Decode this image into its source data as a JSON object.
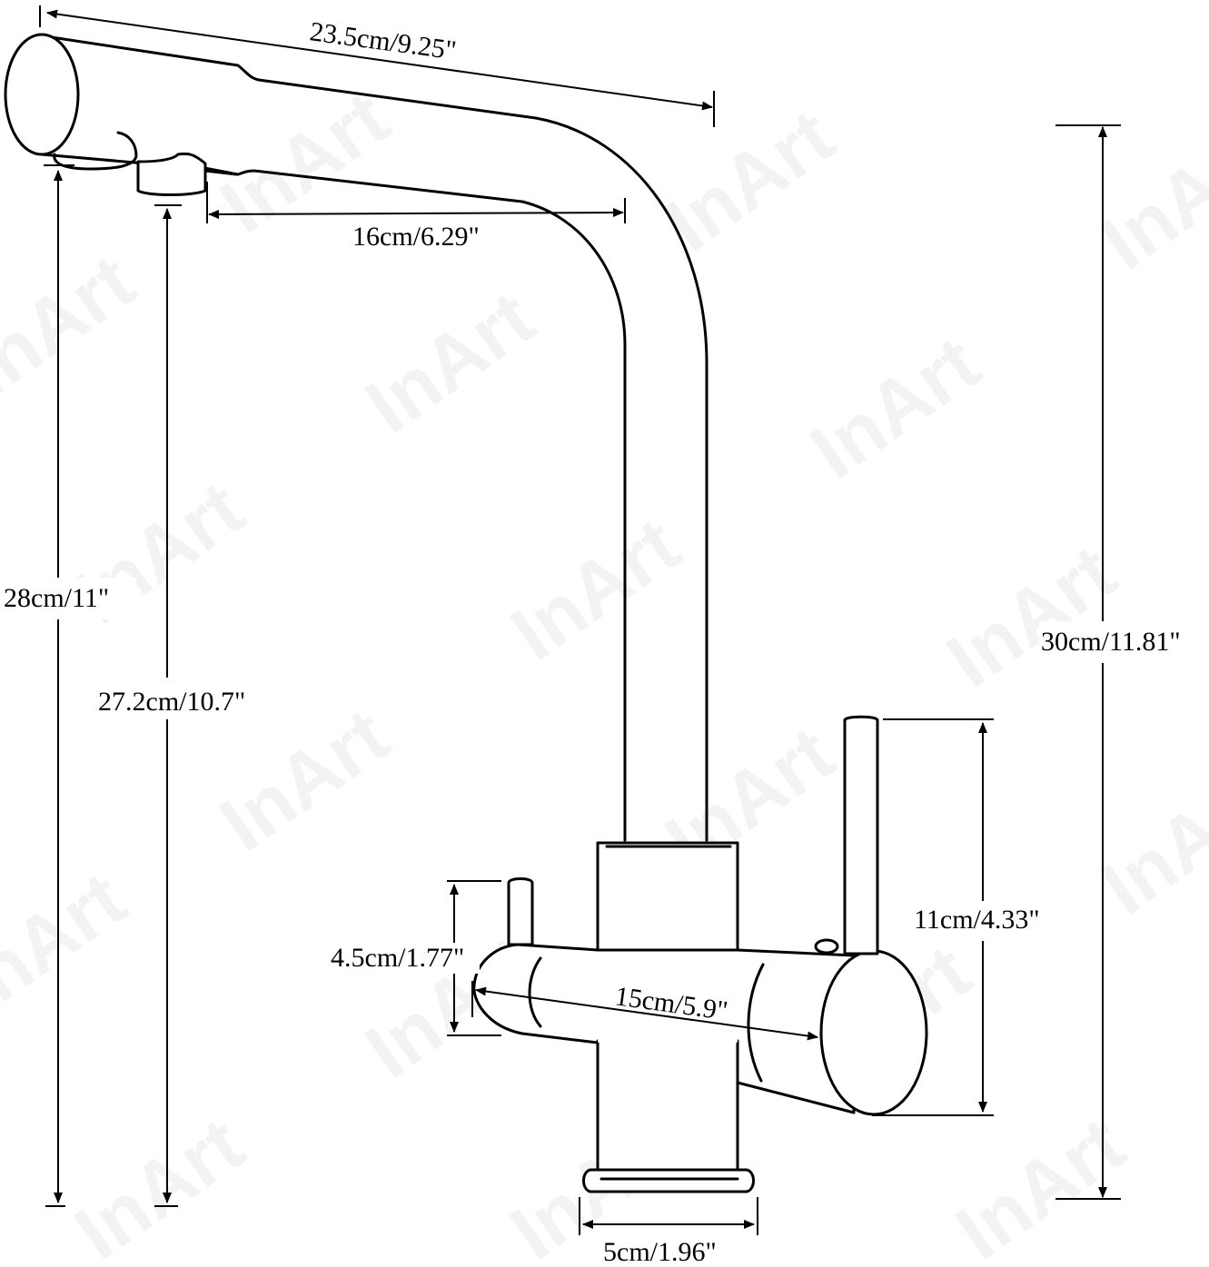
{
  "watermark": "InArt",
  "dimensions": {
    "spout_length": "23.5cm/9.25\"",
    "spout_reach": "16cm/6.29\"",
    "total_height_left": "28cm/11\"",
    "outlet_height": "27.2cm/10.7\"",
    "total_height_right": "30cm/11.81\"",
    "handle_height": "11cm/4.33\"",
    "small_handle_height": "4.5cm/1.77\"",
    "body_width": "15cm/5.9\"",
    "base_diameter": "5cm/1.96\""
  }
}
